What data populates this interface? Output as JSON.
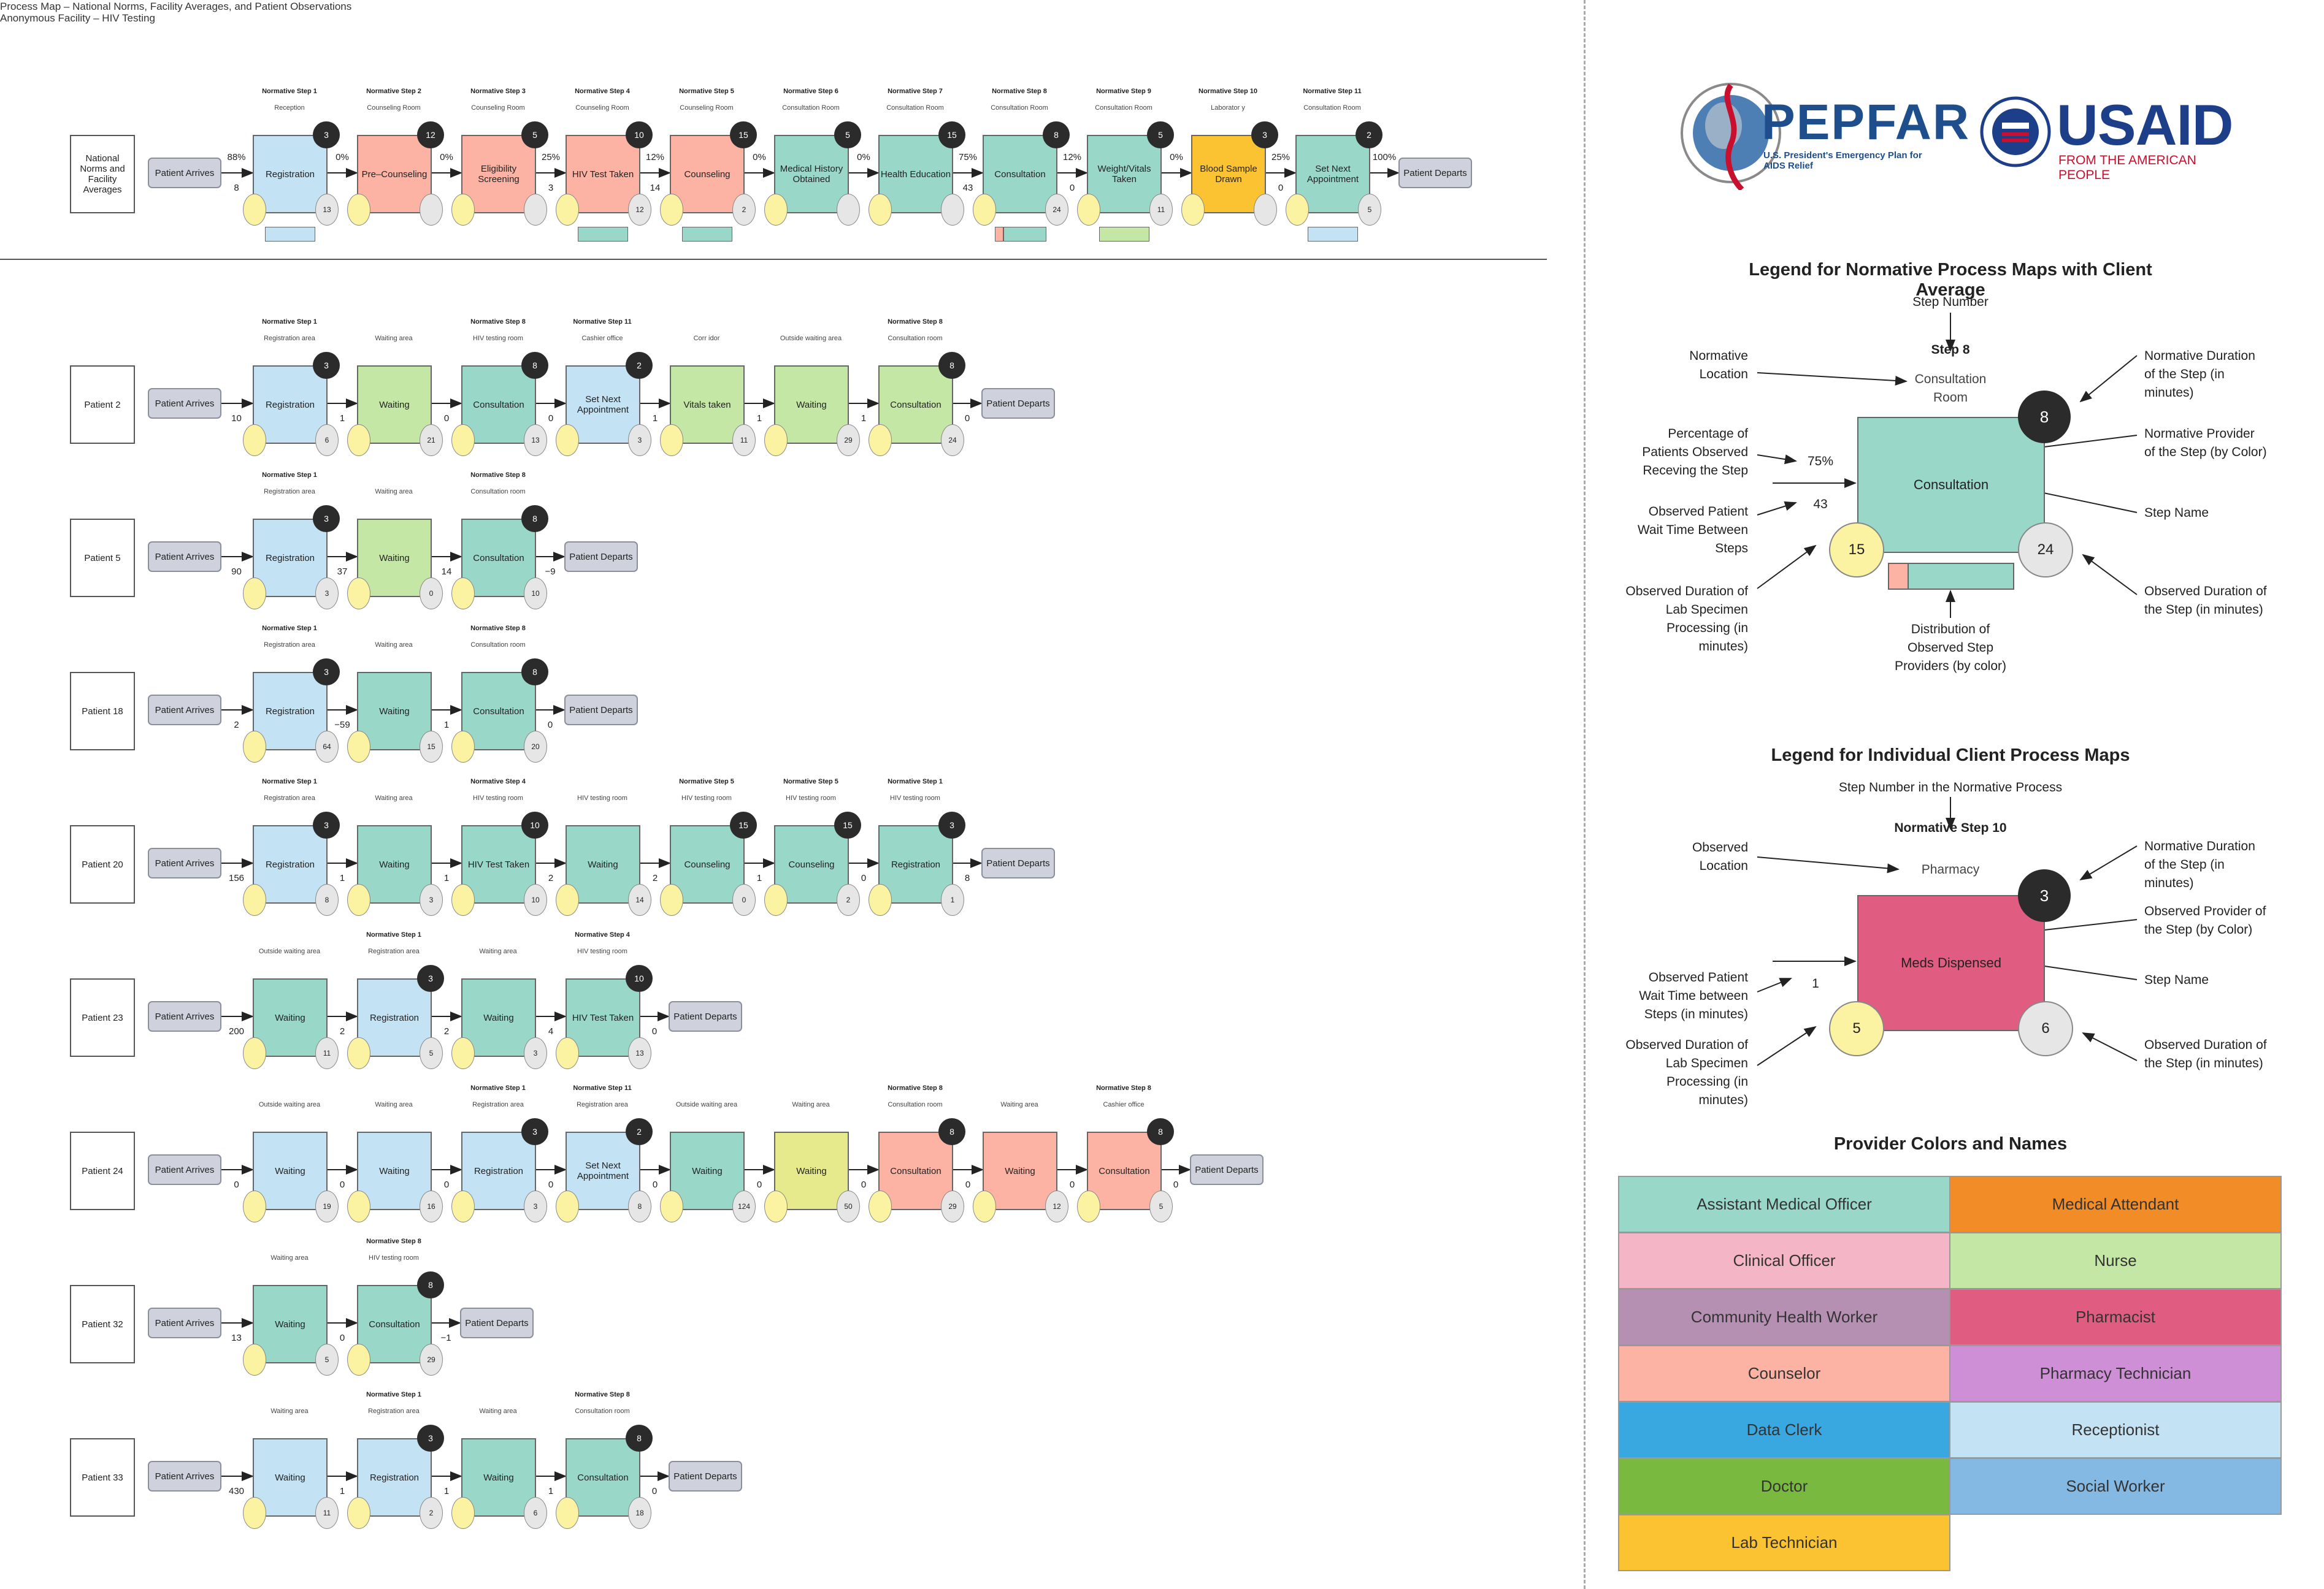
{
  "header": {
    "title": "Process Map – National Norms, Facility Averages, and Patient Observations",
    "subtitle": "Anonymous Facility – HIV Testing"
  },
  "logos": {
    "pepfar": {
      "word": "PEPFAR",
      "tagline": "U.S. President's Emergency Plan for AIDS Relief"
    },
    "usaid": {
      "word": "USAID",
      "tagline": "FROM THE AMERICAN PEOPLE"
    }
  },
  "colors": {
    "Assistant Medical Officer": "#99d8c9",
    "Medical Attendant": "#f18c27",
    "Clinical Officer": "#f4b6c6",
    "Nurse": "#c5e7a6",
    "Community Health Worker": "#b590b2",
    "Pharmacist": "#e05c80",
    "Counselor": "#fdb3a4",
    "Pharmacy Technician": "#cf8fd6",
    "Data Clerk": "#3aa8e0",
    "Receptionist": "#c3e2f4",
    "Doctor": "#79b93f",
    "Social Worker": "#84b9e3",
    "Lab Technician": "#fbc232",
    "Yellow-green": "#e6e98c"
  },
  "labels": {
    "arrives": "Patient Arrives",
    "departs": "Patient Departs"
  },
  "norm": {
    "label": "National Norms and Facility Averages",
    "final_pct": "100%",
    "steps": [
      {
        "snum": "Normative Step 1",
        "loc": "Reception",
        "name": "Registration",
        "prov": "Receptionist",
        "norm": "3",
        "obs": "13",
        "pct": "88%",
        "wait": "8",
        "dist": [
          [
            "Receptionist",
            1
          ]
        ]
      },
      {
        "snum": "Normative Step 2",
        "loc": "Counseling Room",
        "name": "Pre–Counseling",
        "prov": "Counselor",
        "norm": "12",
        "obs": "",
        "pct": "0%",
        "wait": "",
        "dist": []
      },
      {
        "snum": "Normative Step 3",
        "loc": "Counseling Room",
        "name": "Eligibility Screening",
        "prov": "Counselor",
        "norm": "5",
        "obs": "",
        "pct": "0%",
        "wait": "",
        "dist": []
      },
      {
        "snum": "Normative Step 4",
        "loc": "Counseling Room",
        "name": "HIV Test Taken",
        "prov": "Counselor",
        "norm": "10",
        "obs": "12",
        "pct": "25%",
        "wait": "3",
        "dist": [
          [
            "Assistant Medical Officer",
            1
          ]
        ]
      },
      {
        "snum": "Normative Step 5",
        "loc": "Counseling Room",
        "name": "Counseling",
        "prov": "Counselor",
        "norm": "15",
        "obs": "2",
        "pct": "12%",
        "wait": "14",
        "dist": [
          [
            "Assistant Medical Officer",
            1
          ]
        ]
      },
      {
        "snum": "Normative Step 6",
        "loc": "Consultation Room",
        "name": "Medical History Obtained",
        "prov": "Assistant Medical Officer",
        "norm": "5",
        "obs": "",
        "pct": "0%",
        "wait": "",
        "dist": []
      },
      {
        "snum": "Normative Step 7",
        "loc": "Consultation Room",
        "name": "Health Education",
        "prov": "Assistant Medical Officer",
        "norm": "15",
        "obs": "",
        "pct": "0%",
        "wait": "",
        "dist": []
      },
      {
        "snum": "Normative Step 8",
        "loc": "Consultation Room",
        "name": "Consultation",
        "prov": "Assistant Medical Officer",
        "norm": "8",
        "obs": "24",
        "pct": "75%",
        "wait": "43",
        "dist": [
          [
            "Counselor",
            0.15
          ],
          [
            "Assistant Medical Officer",
            0.85
          ]
        ]
      },
      {
        "snum": "Normative Step 9",
        "loc": "Consultation Room",
        "name": "Weight/Vitals Taken",
        "prov": "Assistant Medical Officer",
        "norm": "5",
        "obs": "11",
        "pct": "12%",
        "wait": "0",
        "dist": [
          [
            "Nurse",
            1
          ]
        ]
      },
      {
        "snum": "Normative Step 10",
        "loc": "Laborator y",
        "name": "Blood Sample Drawn",
        "prov": "Lab Technician",
        "norm": "3",
        "obs": "",
        "pct": "0%",
        "wait": "",
        "dist": []
      },
      {
        "snum": "Normative Step 11",
        "loc": "Consultation Room",
        "name": "Set Next Appointment",
        "prov": "Assistant Medical Officer",
        "norm": "2",
        "obs": "5",
        "pct": "25%",
        "wait": "0",
        "dist": [
          [
            "Receptionist",
            1
          ]
        ]
      }
    ]
  },
  "patients": [
    {
      "label": "Patient 2",
      "waits": [
        "10",
        "1",
        "0",
        "0",
        "1",
        "1",
        "1",
        "0"
      ],
      "steps": [
        {
          "snum": "Normative Step 1",
          "loc": "Registration area",
          "name": "Registration",
          "prov": "Receptionist",
          "norm": "3",
          "obs": "6"
        },
        {
          "snum": "",
          "loc": "Waiting area",
          "name": "Waiting",
          "prov": "Nurse",
          "norm": "",
          "obs": "21"
        },
        {
          "snum": "Normative Step 8",
          "loc": "HIV testing room",
          "name": "Consultation",
          "prov": "Assistant Medical Officer",
          "norm": "8",
          "obs": "13"
        },
        {
          "snum": "Normative Step 11",
          "loc": "Cashier office",
          "name": "Set Next Appointment",
          "prov": "Receptionist",
          "norm": "2",
          "obs": "3"
        },
        {
          "snum": "",
          "loc": "Corr idor",
          "name": "Vitals taken",
          "prov": "Nurse",
          "norm": "",
          "obs": "11"
        },
        {
          "snum": "",
          "loc": "Outside waiting area",
          "name": "Waiting",
          "prov": "Nurse",
          "norm": "",
          "obs": "29"
        },
        {
          "snum": "Normative Step 8",
          "loc": "Consultation room",
          "name": "Consultation",
          "prov": "Nurse",
          "norm": "8",
          "obs": "24"
        }
      ]
    },
    {
      "label": "Patient 5",
      "waits": [
        "90",
        "37",
        "14",
        "−9"
      ],
      "steps": [
        {
          "snum": "Normative Step 1",
          "loc": "Registration area",
          "name": "Registration",
          "prov": "Receptionist",
          "norm": "3",
          "obs": "3"
        },
        {
          "snum": "",
          "loc": "Waiting area",
          "name": "Waiting",
          "prov": "Nurse",
          "norm": "",
          "obs": "0"
        },
        {
          "snum": "Normative Step 8",
          "loc": "Consultation room",
          "name": "Consultation",
          "prov": "Assistant Medical Officer",
          "norm": "8",
          "obs": "10"
        }
      ]
    },
    {
      "label": "Patient 18",
      "waits": [
        "2",
        "−59",
        "1",
        "0"
      ],
      "steps": [
        {
          "snum": "Normative Step 1",
          "loc": "Registration area",
          "name": "Registration",
          "prov": "Receptionist",
          "norm": "3",
          "obs": "64"
        },
        {
          "snum": "",
          "loc": "Waiting area",
          "name": "Waiting",
          "prov": "Assistant Medical Officer",
          "norm": "",
          "obs": "15"
        },
        {
          "snum": "Normative Step 8",
          "loc": "Consultation room",
          "name": "Consultation",
          "prov": "Assistant Medical Officer",
          "norm": "8",
          "obs": "20"
        }
      ]
    },
    {
      "label": "Patient 20",
      "waits": [
        "156",
        "1",
        "1",
        "2",
        "2",
        "1",
        "0",
        "8"
      ],
      "steps": [
        {
          "snum": "Normative Step 1",
          "loc": "Registration area",
          "name": "Registration",
          "prov": "Receptionist",
          "norm": "3",
          "obs": "8"
        },
        {
          "snum": "",
          "loc": "Waiting area",
          "name": "Waiting",
          "prov": "Assistant Medical Officer",
          "norm": "",
          "obs": "3"
        },
        {
          "snum": "Normative Step 4",
          "loc": "HIV testing room",
          "name": "HIV Test Taken",
          "prov": "Assistant Medical Officer",
          "norm": "10",
          "obs": "10"
        },
        {
          "snum": "",
          "loc": "HIV testing room",
          "name": "Waiting",
          "prov": "Assistant Medical Officer",
          "norm": "",
          "obs": "14"
        },
        {
          "snum": "Normative Step 5",
          "loc": "HIV testing room",
          "name": "Counseling",
          "prov": "Assistant Medical Officer",
          "norm": "15",
          "obs": "0"
        },
        {
          "snum": "Normative Step 5",
          "loc": "HIV testing room",
          "name": "Counseling",
          "prov": "Assistant Medical Officer",
          "norm": "15",
          "obs": "2"
        },
        {
          "snum": "Normative Step 1",
          "loc": "HIV testing room",
          "name": "Registration",
          "prov": "Assistant Medical Officer",
          "norm": "3",
          "obs": "1"
        }
      ]
    },
    {
      "label": "Patient 23",
      "waits": [
        "200",
        "2",
        "2",
        "4",
        "0"
      ],
      "steps": [
        {
          "snum": "",
          "loc": "Outside waiting area",
          "name": "Waiting",
          "prov": "Assistant Medical Officer",
          "norm": "",
          "obs": "11"
        },
        {
          "snum": "Normative Step 1",
          "loc": "Registration area",
          "name": "Registration",
          "prov": "Receptionist",
          "norm": "3",
          "obs": "5"
        },
        {
          "snum": "",
          "loc": "Waiting area",
          "name": "Waiting",
          "prov": "Assistant Medical Officer",
          "norm": "",
          "obs": "3"
        },
        {
          "snum": "Normative Step 4",
          "loc": "HIV testing room",
          "name": "HIV Test Taken",
          "prov": "Assistant Medical Officer",
          "norm": "10",
          "obs": "13"
        }
      ]
    },
    {
      "label": "Patient 24",
      "waits": [
        "0",
        "0",
        "0",
        "0",
        "0",
        "0",
        "0",
        "0",
        "0",
        "0"
      ],
      "steps": [
        {
          "snum": "",
          "loc": "Outside waiting area",
          "name": "Waiting",
          "prov": "Receptionist",
          "norm": "",
          "obs": "19"
        },
        {
          "snum": "",
          "loc": "Waiting area",
          "name": "Waiting",
          "prov": "Receptionist",
          "norm": "",
          "obs": "16"
        },
        {
          "snum": "Normative Step 1",
          "loc": "Registration area",
          "name": "Registration",
          "prov": "Receptionist",
          "norm": "3",
          "obs": "3"
        },
        {
          "snum": "Normative Step 11",
          "loc": "Registration area",
          "name": "Set Next Appointment",
          "prov": "Receptionist",
          "norm": "2",
          "obs": "8"
        },
        {
          "snum": "",
          "loc": "Outside waiting area",
          "name": "Waiting",
          "prov": "Assistant Medical Officer",
          "norm": "",
          "obs": "124"
        },
        {
          "snum": "",
          "loc": "Waiting area",
          "name": "Waiting",
          "prov": "Yellow-green",
          "norm": "",
          "obs": "50"
        },
        {
          "snum": "Normative Step 8",
          "loc": "Consultation room",
          "name": "Consultation",
          "prov": "Counselor",
          "norm": "8",
          "obs": "29"
        },
        {
          "snum": "",
          "loc": "Waiting area",
          "name": "Waiting",
          "prov": "Counselor",
          "norm": "",
          "obs": "12"
        },
        {
          "snum": "Normative Step 8",
          "loc": "Cashier office",
          "name": "Consultation",
          "prov": "Counselor",
          "norm": "8",
          "obs": "5"
        }
      ]
    },
    {
      "label": "Patient 32",
      "waits": [
        "13",
        "0",
        "−1"
      ],
      "steps": [
        {
          "snum": "",
          "loc": "Waiting area",
          "name": "Waiting",
          "prov": "Assistant Medical Officer",
          "norm": "",
          "obs": "5"
        },
        {
          "snum": "Normative Step 8",
          "loc": "HIV testing room",
          "name": "Consultation",
          "prov": "Assistant Medical Officer",
          "norm": "8",
          "obs": "29"
        }
      ]
    },
    {
      "label": "Patient 33",
      "waits": [
        "430",
        "1",
        "1",
        "1",
        "0"
      ],
      "steps": [
        {
          "snum": "",
          "loc": "Waiting area",
          "name": "Waiting",
          "prov": "Receptionist",
          "norm": "",
          "obs": "11"
        },
        {
          "snum": "Normative Step 1",
          "loc": "Registration area",
          "name": "Registration",
          "prov": "Receptionist",
          "norm": "3",
          "obs": "2"
        },
        {
          "snum": "",
          "loc": "Waiting area",
          "name": "Waiting",
          "prov": "Assistant Medical Officer",
          "norm": "",
          "obs": "6"
        },
        {
          "snum": "Normative Step 8",
          "loc": "Consultation room",
          "name": "Consultation",
          "prov": "Assistant Medical Officer",
          "norm": "8",
          "obs": "18"
        }
      ]
    }
  ],
  "legend1": {
    "title": "Legend for Normative Process Maps with Client Average",
    "step_number_label": "Step Number",
    "step": "Step 8",
    "loc": "Consultation Room",
    "name": "Consultation",
    "norm": "8",
    "pct": "75%",
    "wait": "43",
    "lab": "15",
    "obs": "24",
    "ann": {
      "norm_location": "Normative Location",
      "pct_observed": "Percentage of Patients Observed Receving the Step",
      "wait_between": "Observed Patient Wait Time Between Steps",
      "lab_duration": "Observed Duration of Lab Specimen Processing (in minutes)",
      "norm_duration": "Normative Duration of the Step (in minutes)",
      "norm_provider": "Normative Provider of the Step (by Color)",
      "step_name": "Step Name",
      "obs_duration": "Observed Duration of the Step (in minutes)",
      "distribution": "Distribution of Observed Step Providers (by color)"
    }
  },
  "legend2": {
    "title": "Legend for Individual Client Process Maps",
    "step_number_label": "Step Number in the Normative Process",
    "step": "Normative Step 10",
    "loc": "Pharmacy",
    "name": "Meds Dispensed",
    "norm": "3",
    "wait": "1",
    "lab": "5",
    "obs": "6",
    "ann": {
      "obs_location": "Observed Location",
      "wait_between": "Observed Patient Wait Time between Steps (in minutes)",
      "lab_duration": "Observed Duration of Lab Specimen Processing (in minutes)",
      "norm_duration": "Normative Duration of the Step (in minutes)",
      "obs_provider": "Observed Provider of the Step (by Color)",
      "step_name": "Step Name",
      "obs_duration": "Observed Duration of the Step (in minutes)"
    }
  },
  "providers": {
    "title": "Provider Colors and Names",
    "items": [
      "Assistant Medical Officer",
      "Medical Attendant",
      "Clinical Officer",
      "Nurse",
      "Community Health Worker",
      "Pharmacist",
      "Counselor",
      "Pharmacy Technician",
      "Data Clerk",
      "Receptionist",
      "Doctor",
      "Social Worker",
      "Lab Technician"
    ]
  }
}
